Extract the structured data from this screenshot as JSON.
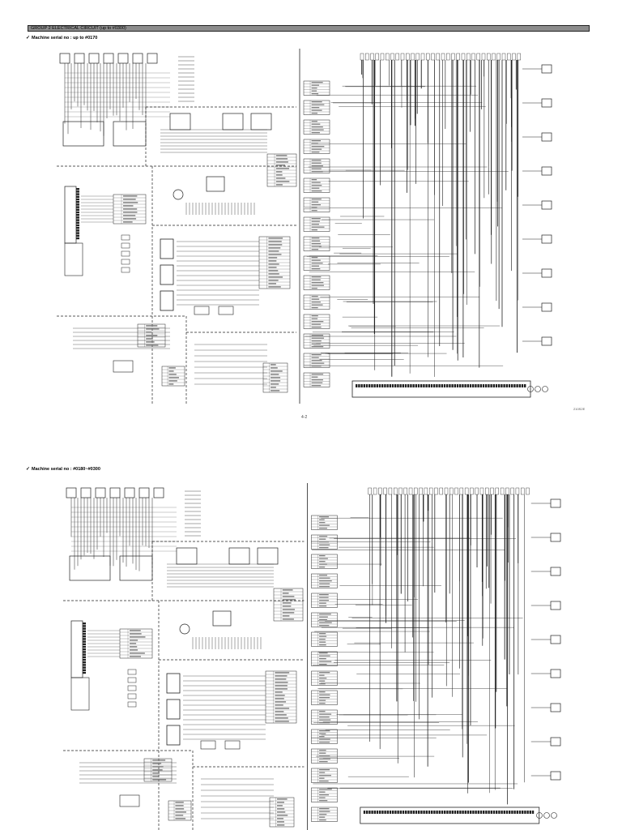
{
  "header": {
    "title": "GROUP 2  ELECTRICAL CIRCUIT (up to #0300)"
  },
  "sections": [
    {
      "caption": "Machine serial no : up to #0170"
    },
    {
      "caption": "Machine serial no : #0180~#0300"
    }
  ],
  "page_number": "4-2",
  "drawing_code": "210S2E"
}
